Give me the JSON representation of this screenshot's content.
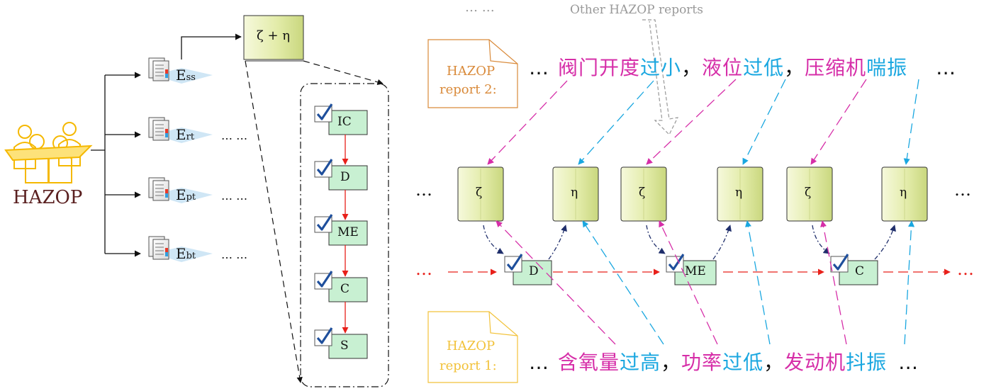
{
  "colors": {
    "magenta": "#d62ea8",
    "cyan": "#1aa7e0",
    "red": "#e8201a",
    "navy": "#1f2e6b",
    "orange_note": "#d98a3a",
    "yellow_note": "#f2c23a",
    "green_box": "#c8f0d2",
    "olive_box": "#e7efb6",
    "hazop_text": "#5a2020",
    "figure": "#f5b800",
    "diamond": "#cfe6f5"
  },
  "left": {
    "hazop_label": "HAZOP",
    "team_icon": "people-group-icon",
    "documents": [
      {
        "base": "E",
        "sub": "ss"
      },
      {
        "base": "E",
        "sub": "rt"
      },
      {
        "base": "E",
        "sub": "pt"
      },
      {
        "base": "E",
        "sub": "bt"
      }
    ],
    "ellipsis": "…   …",
    "zeta_eta": "ζ + η",
    "pipeline": [
      "IC",
      "D",
      "ME",
      "C",
      "S"
    ]
  },
  "top": {
    "dots": "…   …",
    "other_reports": "Other HAZOP reports"
  },
  "report2": {
    "label_line1": "HAZOP",
    "label_line2": "report 2:",
    "lead": "…",
    "tail": "…",
    "segments": [
      {
        "text": "阀门开度",
        "color": "magenta"
      },
      {
        "text": "过小",
        "color": "cyan"
      },
      {
        "text": "，",
        "color": "black"
      },
      {
        "text": "液位",
        "color": "magenta"
      },
      {
        "text": "过低",
        "color": "cyan"
      },
      {
        "text": "，",
        "color": "black"
      },
      {
        "text": "压缩机",
        "color": "magenta"
      },
      {
        "text": "喘振",
        "color": "cyan"
      }
    ]
  },
  "report1": {
    "label_line1": "HAZOP",
    "label_line2": "report 1:",
    "lead": "…",
    "tail": "…",
    "segments": [
      {
        "text": "含氧量",
        "color": "magenta"
      },
      {
        "text": "过高",
        "color": "cyan"
      },
      {
        "text": "，",
        "color": "black"
      },
      {
        "text": "功率",
        "color": "magenta"
      },
      {
        "text": "过低",
        "color": "cyan"
      },
      {
        "text": "，",
        "color": "black"
      },
      {
        "text": "发动机",
        "color": "magenta"
      },
      {
        "text": "抖振",
        "color": "cyan"
      }
    ]
  },
  "middle": {
    "left_dots": "…",
    "right_dots": "…",
    "boxes": [
      "ζ",
      "η",
      "ζ",
      "η",
      "ζ",
      "η"
    ],
    "flow_nodes": [
      "D",
      "ME",
      "C"
    ],
    "red_dots_left": "…",
    "red_dots_right": "…"
  }
}
